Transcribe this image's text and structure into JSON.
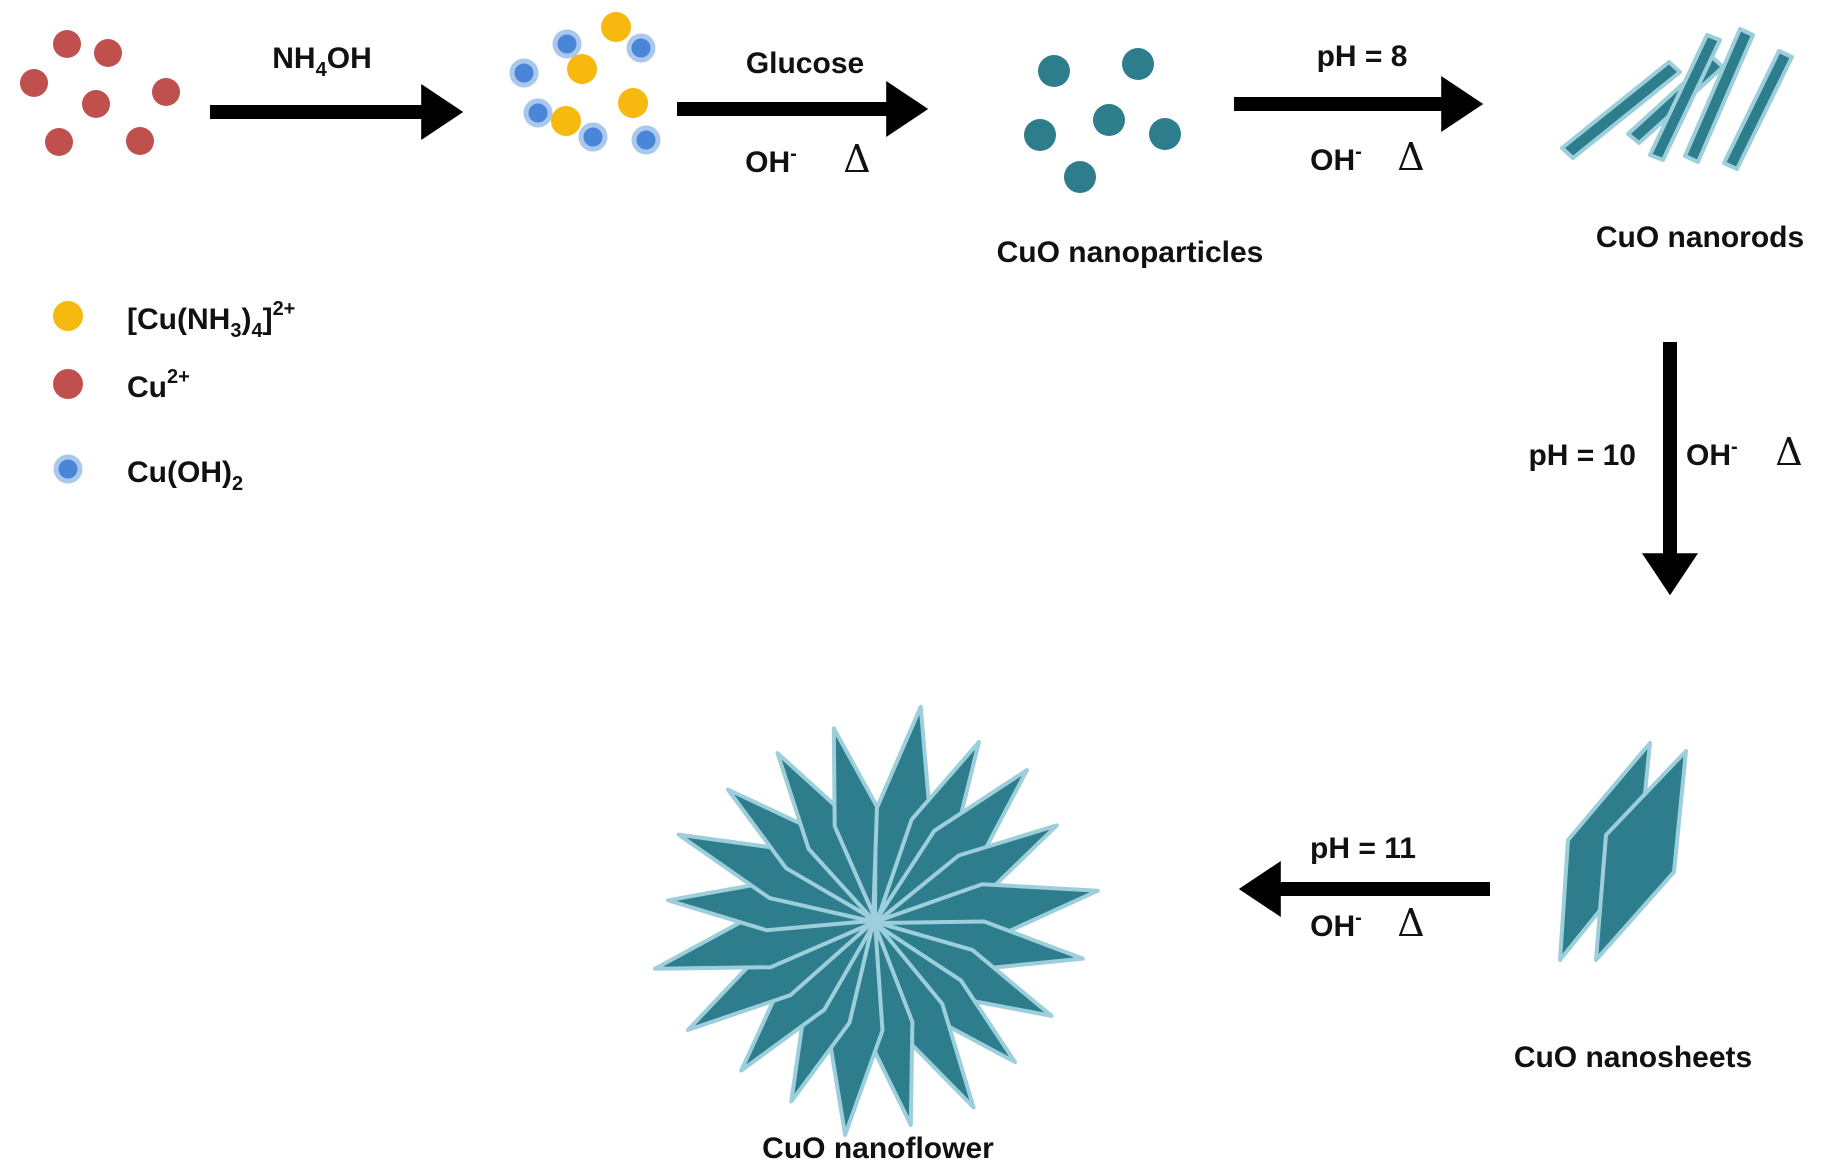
{
  "colors": {
    "cu2": "#c0504d",
    "cu_nh3": "#f7b80f",
    "cuoh2_fill": "#4a86d8",
    "cuoh2_ring": "#a9c8ec",
    "cuo_fill": "#2e7d8c",
    "cuo_edge": "#9ccfdb",
    "arrow": "#000000",
    "text": "#111111"
  },
  "reagents": {
    "nh4oh": {
      "main": "NH",
      "sub": "4",
      "tail": "OH"
    },
    "glucose": "Glucose",
    "hydroxide": {
      "main": "OH",
      "sup": "-"
    },
    "heat": "Δ",
    "ph8": "pH = 8",
    "ph10": "pH = 10",
    "ph11": "pH = 11"
  },
  "products": {
    "nanoparticles": "CuO nanoparticles",
    "nanorods": "CuO nanorods",
    "nanosheets": "CuO nanosheets",
    "nanoflower": "CuO nanoflower"
  },
  "legend": {
    "cu_nh3": {
      "open": "[Cu(NH",
      "sub1": "3",
      "mid": ")",
      "sub2": "4",
      "close": "]",
      "sup": "2+"
    },
    "cu2": {
      "main": "Cu",
      "sup": "2+"
    },
    "cuoh2": {
      "main": "Cu(OH)",
      "sub": "2"
    }
  }
}
